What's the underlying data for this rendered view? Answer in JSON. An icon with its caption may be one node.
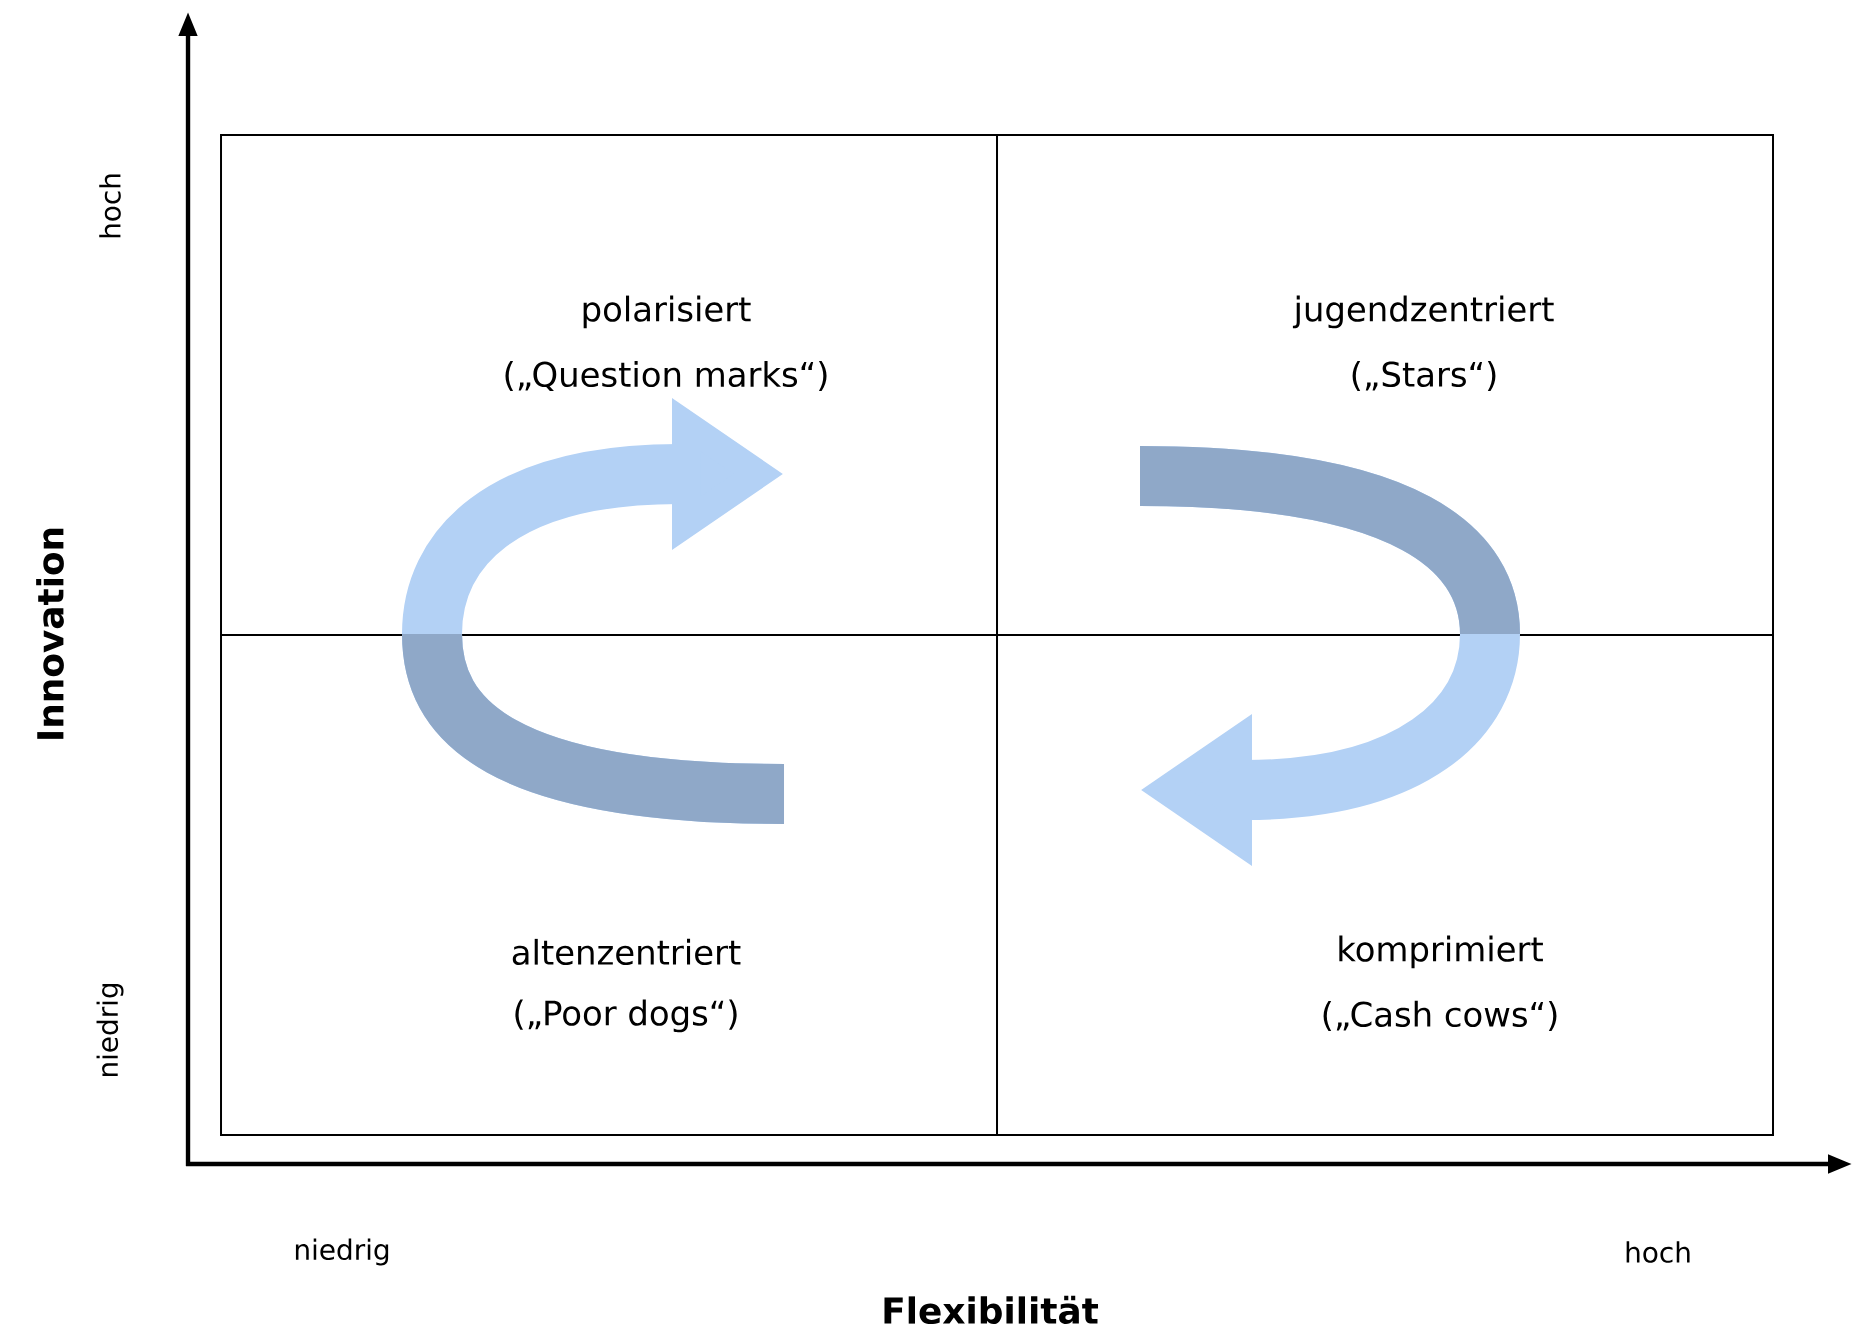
{
  "diagram": {
    "nodes": [
      {
        "text": [
          "polarisiert",
          "(„Question marks“)"
        ]
      },
      {
        "text": [
          "jugendzentriert",
          "(„Stars“)"
        ]
      },
      {
        "text": [
          "altenzentriert",
          "(„Poor dogs“)"
        ]
      },
      {
        "text": [
          "komprimiert",
          "(„Cash cows“)"
        ]
      }
    ],
    "edges": [
      {
        "from": 2,
        "to": 0,
        "arrow": "to"
      },
      {
        "from": 1,
        "to": 3,
        "arrow": "to"
      }
    ],
    "labels": [
      "hoch",
      "Innovation",
      "niedrig",
      "niedrig",
      "hoch",
      "Flexibilität"
    ]
  }
}
